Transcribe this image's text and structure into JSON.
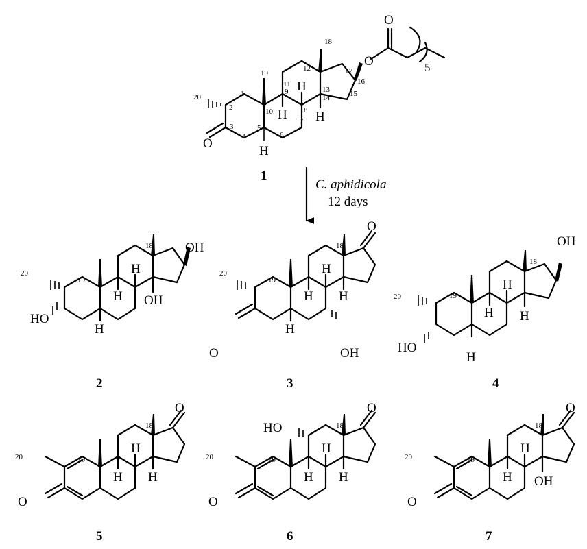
{
  "reaction": {
    "organism": "C. aphidicola",
    "duration": "12 days"
  },
  "substrate": {
    "label": "1",
    "ester_repeat": "5"
  },
  "products": [
    {
      "label": "2"
    },
    {
      "label": "3"
    },
    {
      "label": "4"
    },
    {
      "label": "5"
    },
    {
      "label": "6"
    },
    {
      "label": "7"
    }
  ],
  "atoms": {
    "oh": "OH",
    "ho": "HO",
    "o": "O",
    "h": "H"
  },
  "carbon_numbers": [
    "1",
    "2",
    "3",
    "4",
    "5",
    "6",
    "7",
    "8",
    "9",
    "10",
    "11",
    "12",
    "13",
    "14",
    "15",
    "16",
    "17",
    "18",
    "19",
    "20"
  ]
}
